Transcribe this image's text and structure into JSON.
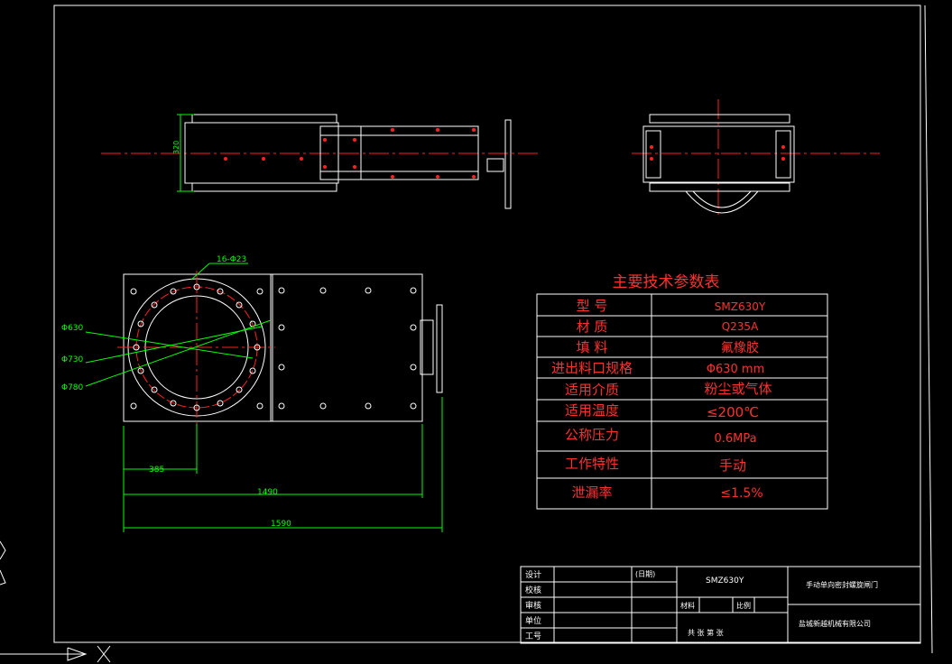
{
  "drawing": {
    "dimensions": {
      "height_side": "320",
      "bolts": "16-Φ23",
      "d630": "Φ630",
      "d730": "Φ730",
      "d780": "Φ780",
      "w385": "385",
      "w1490": "1490",
      "w1590": "1590"
    }
  },
  "spec_table": {
    "title": "主要技术参数表",
    "rows": [
      {
        "label": "型   号",
        "value": "SMZ630Y"
      },
      {
        "label": "材   质",
        "value": "Q235A"
      },
      {
        "label": "填   料",
        "value": "氟橡胶"
      },
      {
        "label": "进出料口规格",
        "value": "Φ630  mm"
      },
      {
        "label": "适用介质",
        "value": "粉尘或气体"
      },
      {
        "label": "适用温度",
        "value": "≤200℃"
      },
      {
        "label": "公称压力",
        "value": "0.6MPa"
      },
      {
        "label": "工作特性",
        "value": "手动"
      },
      {
        "label": "泄漏率",
        "value": "≤1.5%"
      }
    ]
  },
  "title_block": {
    "design": "设计",
    "check": "校核",
    "review": "审核",
    "unit": "单位",
    "work_no": "工号",
    "date": "(日期)",
    "model": "SMZ630Y",
    "material": "材料",
    "scale": "比例",
    "sheets": "共  张   第  张",
    "product_name": "手动单向密封螺旋闸门",
    "company": "盐城新越机械有限公司"
  },
  "colors": {
    "frame": "#ffffff",
    "table_text": "#ff3030",
    "dimension": "#00ff00",
    "centerline": "#ff0000"
  }
}
